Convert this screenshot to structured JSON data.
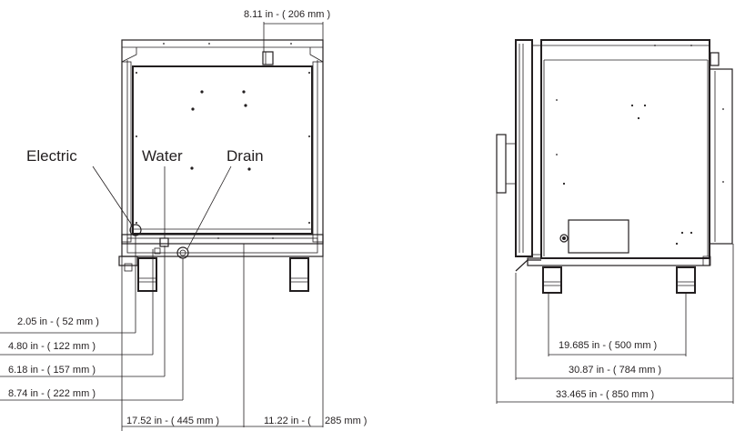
{
  "callouts": {
    "electric": "Electric",
    "water": "Water",
    "drain": "Drain"
  },
  "front_view": {
    "top_dim": "8.11 in - ( 206 mm )",
    "left_dims": [
      "2.05 in - ( 52 mm )",
      "4.80 in - ( 122 mm )",
      "6.18 in - ( 157 mm )",
      "8.74 in - ( 222 mm )"
    ],
    "bottom_dim_left": "17.52 in - ( 445 mm )",
    "bottom_dim_right_prefix": "11.22 in - (",
    "bottom_dim_right_suffix": "285 mm )"
  },
  "side_view": {
    "dims": [
      "19.685 in - ( 500 mm )",
      "30.87 in - ( 784 mm )",
      "33.465 in - ( 850 mm )"
    ]
  }
}
